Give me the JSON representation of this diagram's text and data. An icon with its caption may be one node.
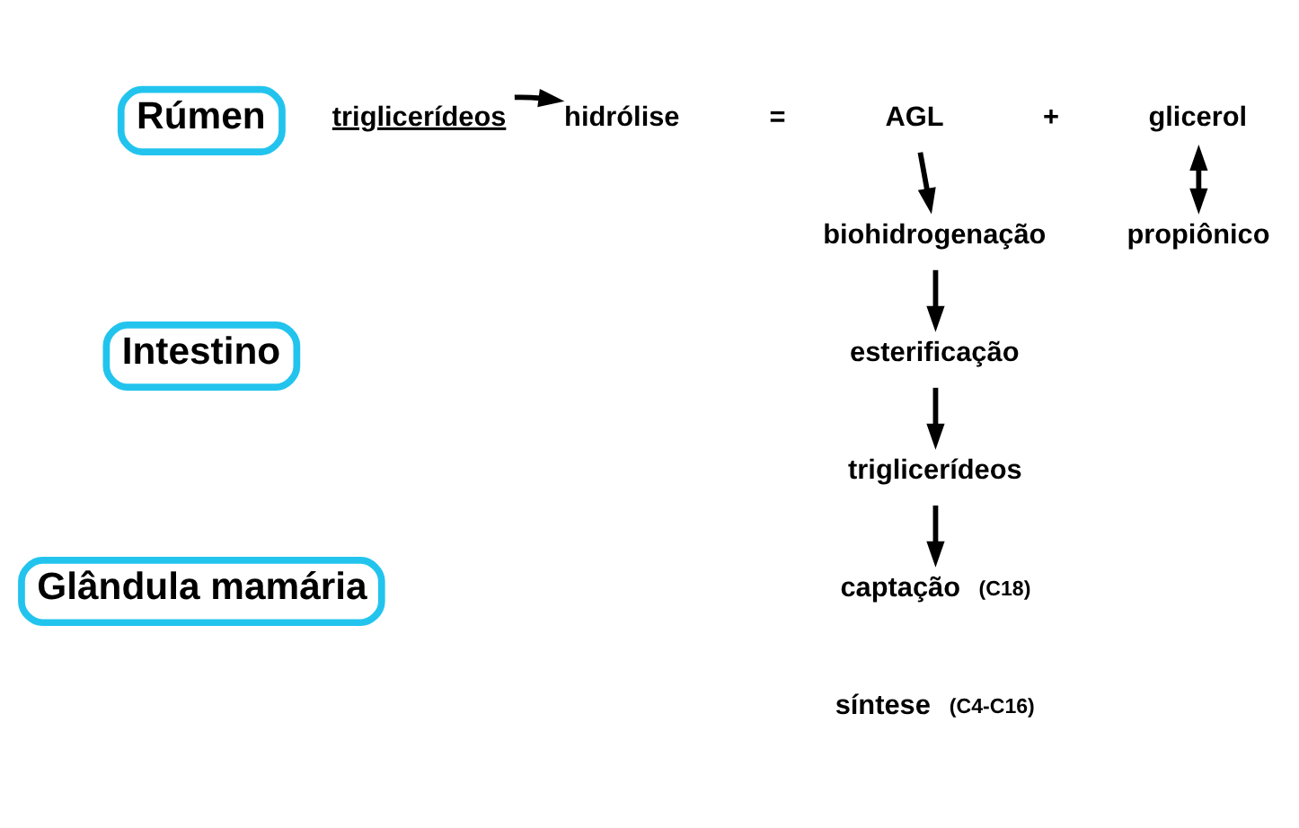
{
  "diagram": {
    "nodes": [
      {
        "text": [
          "Rúmen"
        ]
      },
      {
        "text": [
          "triglicerídeos"
        ]
      },
      {
        "text": [
          "hidrólise"
        ]
      },
      {
        "text": [
          "AGL"
        ]
      },
      {
        "text": [
          "glicerol"
        ]
      },
      {
        "text": [
          "propiônico"
        ]
      },
      {
        "text": [
          "biohidrogenação"
        ]
      },
      {
        "text": [
          "Intestino"
        ]
      },
      {
        "text": [
          "esterificação"
        ]
      },
      {
        "text": [
          "triglicerídeos"
        ]
      },
      {
        "text": [
          "Glândula mamária"
        ]
      },
      {
        "text": [
          "captação"
        ],
        "beside": [
          "(C18)"
        ]
      },
      {
        "text": [
          "síntese"
        ],
        "beside": [
          "(C4-C16)"
        ]
      }
    ],
    "edges": [
      {
        "from": 1,
        "to": 2,
        "arrow": "to"
      },
      {
        "from": 3,
        "to": 6,
        "arrow": "to"
      },
      {
        "from": 4,
        "to": 5,
        "arrow": "both"
      },
      {
        "from": 6,
        "to": 8,
        "arrow": "to"
      },
      {
        "from": 8,
        "to": 9,
        "arrow": "to"
      },
      {
        "from": 9,
        "to": 11,
        "arrow": "to"
      }
    ],
    "labels": [
      "=",
      "+"
    ]
  }
}
